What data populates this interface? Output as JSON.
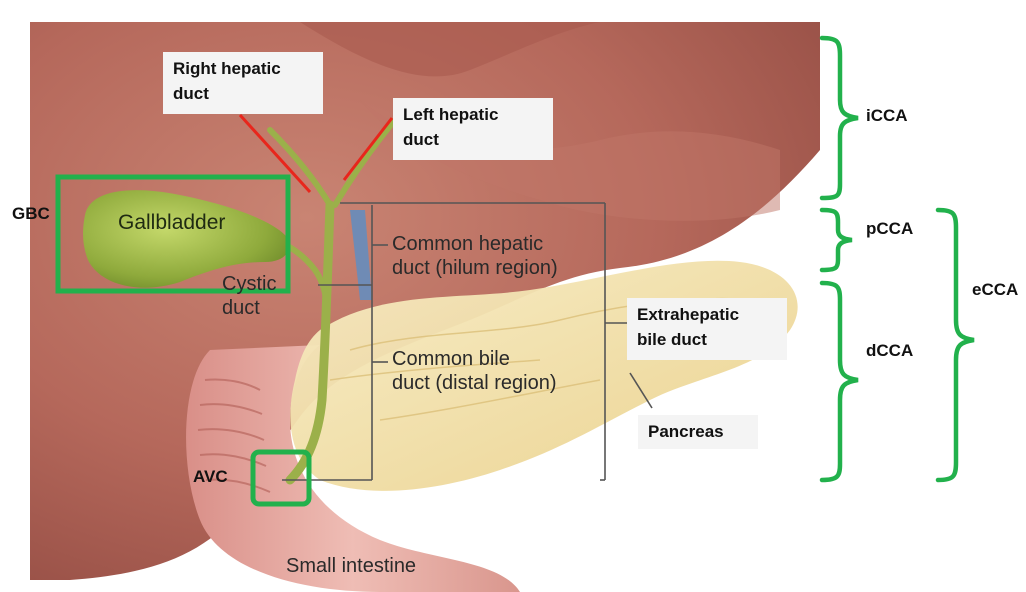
{
  "anatomy_labels": {
    "right_hepatic_duct": [
      "Right hepatic",
      "duct"
    ],
    "left_hepatic_duct": [
      "Left hepatic",
      "duct"
    ],
    "extrahepatic_bile_duct": [
      "Extrahepatic",
      "bile duct"
    ],
    "pancreas": "Pancreas"
  },
  "illustration_labels": {
    "gallbladder": "Gallbladder",
    "cystic_duct": [
      "Cystic",
      "duct"
    ],
    "common_hepatic_duct": [
      "Common hepatic",
      "duct (hilum region)"
    ],
    "common_bile_duct": [
      "Common bile",
      "duct (distal region)"
    ],
    "small_intestine": "Small intestine"
  },
  "region_labels": {
    "gbc": "GBC",
    "avc": "AVC"
  },
  "bracket_labels": {
    "icca": "iCCA",
    "pcca": "pCCA",
    "dcca": "dCCA",
    "ecca": "eCCA"
  },
  "colors": {
    "bracket_green": "#22b14c",
    "pointer_red": "#e8261c",
    "liver": "#b5685b",
    "gallbladder": "#8faa3c",
    "pancreas": "#f1dfa0",
    "intestine": "#e3a8a0"
  }
}
